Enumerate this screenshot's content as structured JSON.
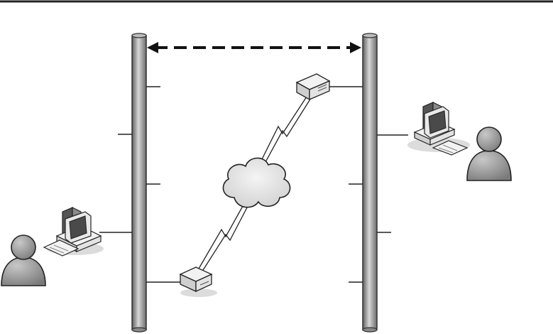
{
  "diagram": {
    "nodes": [
      {
        "id": "left-segment",
        "kind": "network-segment"
      },
      {
        "id": "right-segment",
        "kind": "network-segment"
      },
      {
        "id": "left-router",
        "kind": "router",
        "attached_to": "left-segment"
      },
      {
        "id": "right-router",
        "kind": "router",
        "attached_to": "right-segment"
      },
      {
        "id": "wan",
        "kind": "cloud"
      },
      {
        "id": "left-pc",
        "kind": "workstation",
        "attached_to": "left-segment"
      },
      {
        "id": "right-pc",
        "kind": "workstation",
        "attached_to": "right-segment"
      },
      {
        "id": "left-user",
        "kind": "user"
      },
      {
        "id": "right-user",
        "kind": "user"
      }
    ],
    "edges": [
      {
        "from": "left-segment",
        "to": "right-segment",
        "style": "dashed",
        "arrows": "both"
      },
      {
        "from": "left-router",
        "to": "wan",
        "style": "lightning"
      },
      {
        "from": "wan",
        "to": "right-router",
        "style": "lightning"
      }
    ],
    "colors": {
      "rule": "#222222",
      "pipe_dark": "#5e5e5e",
      "pipe_light": "#d8d8d8",
      "user": "#8a8a8a",
      "device": "#e9e9e9",
      "outline": "#222222",
      "shadow": "#dcdcdc"
    }
  }
}
